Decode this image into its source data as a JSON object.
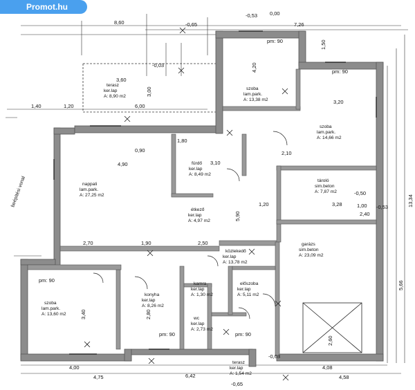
{
  "brand": {
    "name": "Promot.hu"
  },
  "side_label": "beépítési vonal",
  "rooms": [
    {
      "id": "terasz",
      "name": "terasz",
      "floor": "ker.lap",
      "area": "A: 8,90 m2"
    },
    {
      "id": "szoba-top",
      "name": "szoba",
      "floor": "lam.park.",
      "area": "A: 13,38 m2"
    },
    {
      "id": "szoba-right",
      "name": "szoba",
      "floor": "lam.park.",
      "area": "A: 14,66 m2"
    },
    {
      "id": "furdo",
      "name": "fürdő",
      "floor": "ker.lap",
      "area": "A: 8,49 m2"
    },
    {
      "id": "tarolo",
      "name": "tároló",
      "floor": "sim.beton",
      "area": "A: 7,87 m2"
    },
    {
      "id": "nappali",
      "name": "nappali",
      "floor": "lam.park.",
      "area": "A: 27,25 m2"
    },
    {
      "id": "etkezo",
      "name": "étkező",
      "floor": "ker.lap",
      "area": "A: 4,97 m2"
    },
    {
      "id": "kozlekedo",
      "name": "közlekedő",
      "floor": "ker.lap",
      "area": "A: 13,78 m2"
    },
    {
      "id": "garazs",
      "name": "garázs",
      "floor": "sim.beton",
      "area": "A: 23,09 m2"
    },
    {
      "id": "szoba-left",
      "name": "szoba",
      "floor": "lam.park.",
      "area": "A: 13,60 m2"
    },
    {
      "id": "konyha",
      "name": "konyha",
      "floor": "ker.lap",
      "area": "A: 8,26 m2"
    },
    {
      "id": "kamra",
      "name": "kamra",
      "floor": "ker.lap",
      "area": "A: 1,30 m2"
    },
    {
      "id": "eloszoba",
      "name": "előszoba",
      "floor": "ker.lap",
      "area": "A: 5,11 m2"
    },
    {
      "id": "wc",
      "name": "wc",
      "floor": "ker.lap",
      "area": "A: 2,73 m2"
    },
    {
      "id": "terasz-bottom",
      "name": "terasz",
      "floor": "ker.lap",
      "area": "A: 1,54 m2"
    }
  ],
  "dimensions": [
    {
      "id": "d1",
      "text": "8,60"
    },
    {
      "id": "d2",
      "text": "-0,53"
    },
    {
      "id": "d3",
      "text": "7,26"
    },
    {
      "id": "d4",
      "text": "-0,65"
    },
    {
      "id": "d5",
      "text": "0,00"
    },
    {
      "id": "d6",
      "text": "6,00"
    },
    {
      "id": "d7",
      "text": "1,50"
    },
    {
      "id": "d8",
      "text": "3,00"
    },
    {
      "id": "d9",
      "text": "1,40"
    },
    {
      "id": "d10",
      "text": "1,20"
    },
    {
      "id": "d11",
      "text": "3,60"
    },
    {
      "id": "d12",
      "text": "4,20"
    },
    {
      "id": "d13",
      "text": "3,20"
    },
    {
      "id": "d14",
      "text": "4,90"
    },
    {
      "id": "d15",
      "text": "2,70"
    },
    {
      "id": "d16",
      "text": "1,90"
    },
    {
      "id": "d17",
      "text": "2,50"
    },
    {
      "id": "d18",
      "text": "5,90"
    },
    {
      "id": "d19",
      "text": "3,28"
    },
    {
      "id": "d20",
      "text": "2,40"
    },
    {
      "id": "d21",
      "text": "1,00"
    },
    {
      "id": "d22",
      "text": "2,10"
    },
    {
      "id": "d23",
      "text": "13,34"
    },
    {
      "id": "d24",
      "text": "5,66"
    },
    {
      "id": "d25",
      "text": "4,00"
    },
    {
      "id": "d26",
      "text": "4,75"
    },
    {
      "id": "d27",
      "text": "6,42"
    },
    {
      "id": "d28",
      "text": "4,08"
    },
    {
      "id": "d29",
      "text": "4,58"
    },
    {
      "id": "d30",
      "text": "3,40"
    },
    {
      "id": "d31",
      "text": "-0,50"
    },
    {
      "id": "d32",
      "text": "-0,03"
    },
    {
      "id": "d33",
      "text": "pm: 90"
    },
    {
      "id": "d34",
      "text": "pm: 90"
    },
    {
      "id": "d35",
      "text": "pm: 90"
    },
    {
      "id": "d36",
      "text": "pm: 90"
    },
    {
      "id": "d37",
      "text": "pm: 90"
    },
    {
      "id": "d38",
      "text": "3,10"
    },
    {
      "id": "d39",
      "text": "1,80"
    },
    {
      "id": "d40",
      "text": "2,60"
    },
    {
      "id": "d41",
      "text": "2,80"
    },
    {
      "id": "d42",
      "text": "-0,03"
    },
    {
      "id": "d43",
      "text": "0,90"
    },
    {
      "id": "d44",
      "text": "1,20"
    },
    {
      "id": "d45",
      "text": "-0,53"
    },
    {
      "id": "d46",
      "text": "-0,65"
    }
  ],
  "colors": {
    "wall": "#8c8c8c",
    "wall_dark": "#555555",
    "line": "#222222",
    "brand": "#4aa0ee"
  }
}
